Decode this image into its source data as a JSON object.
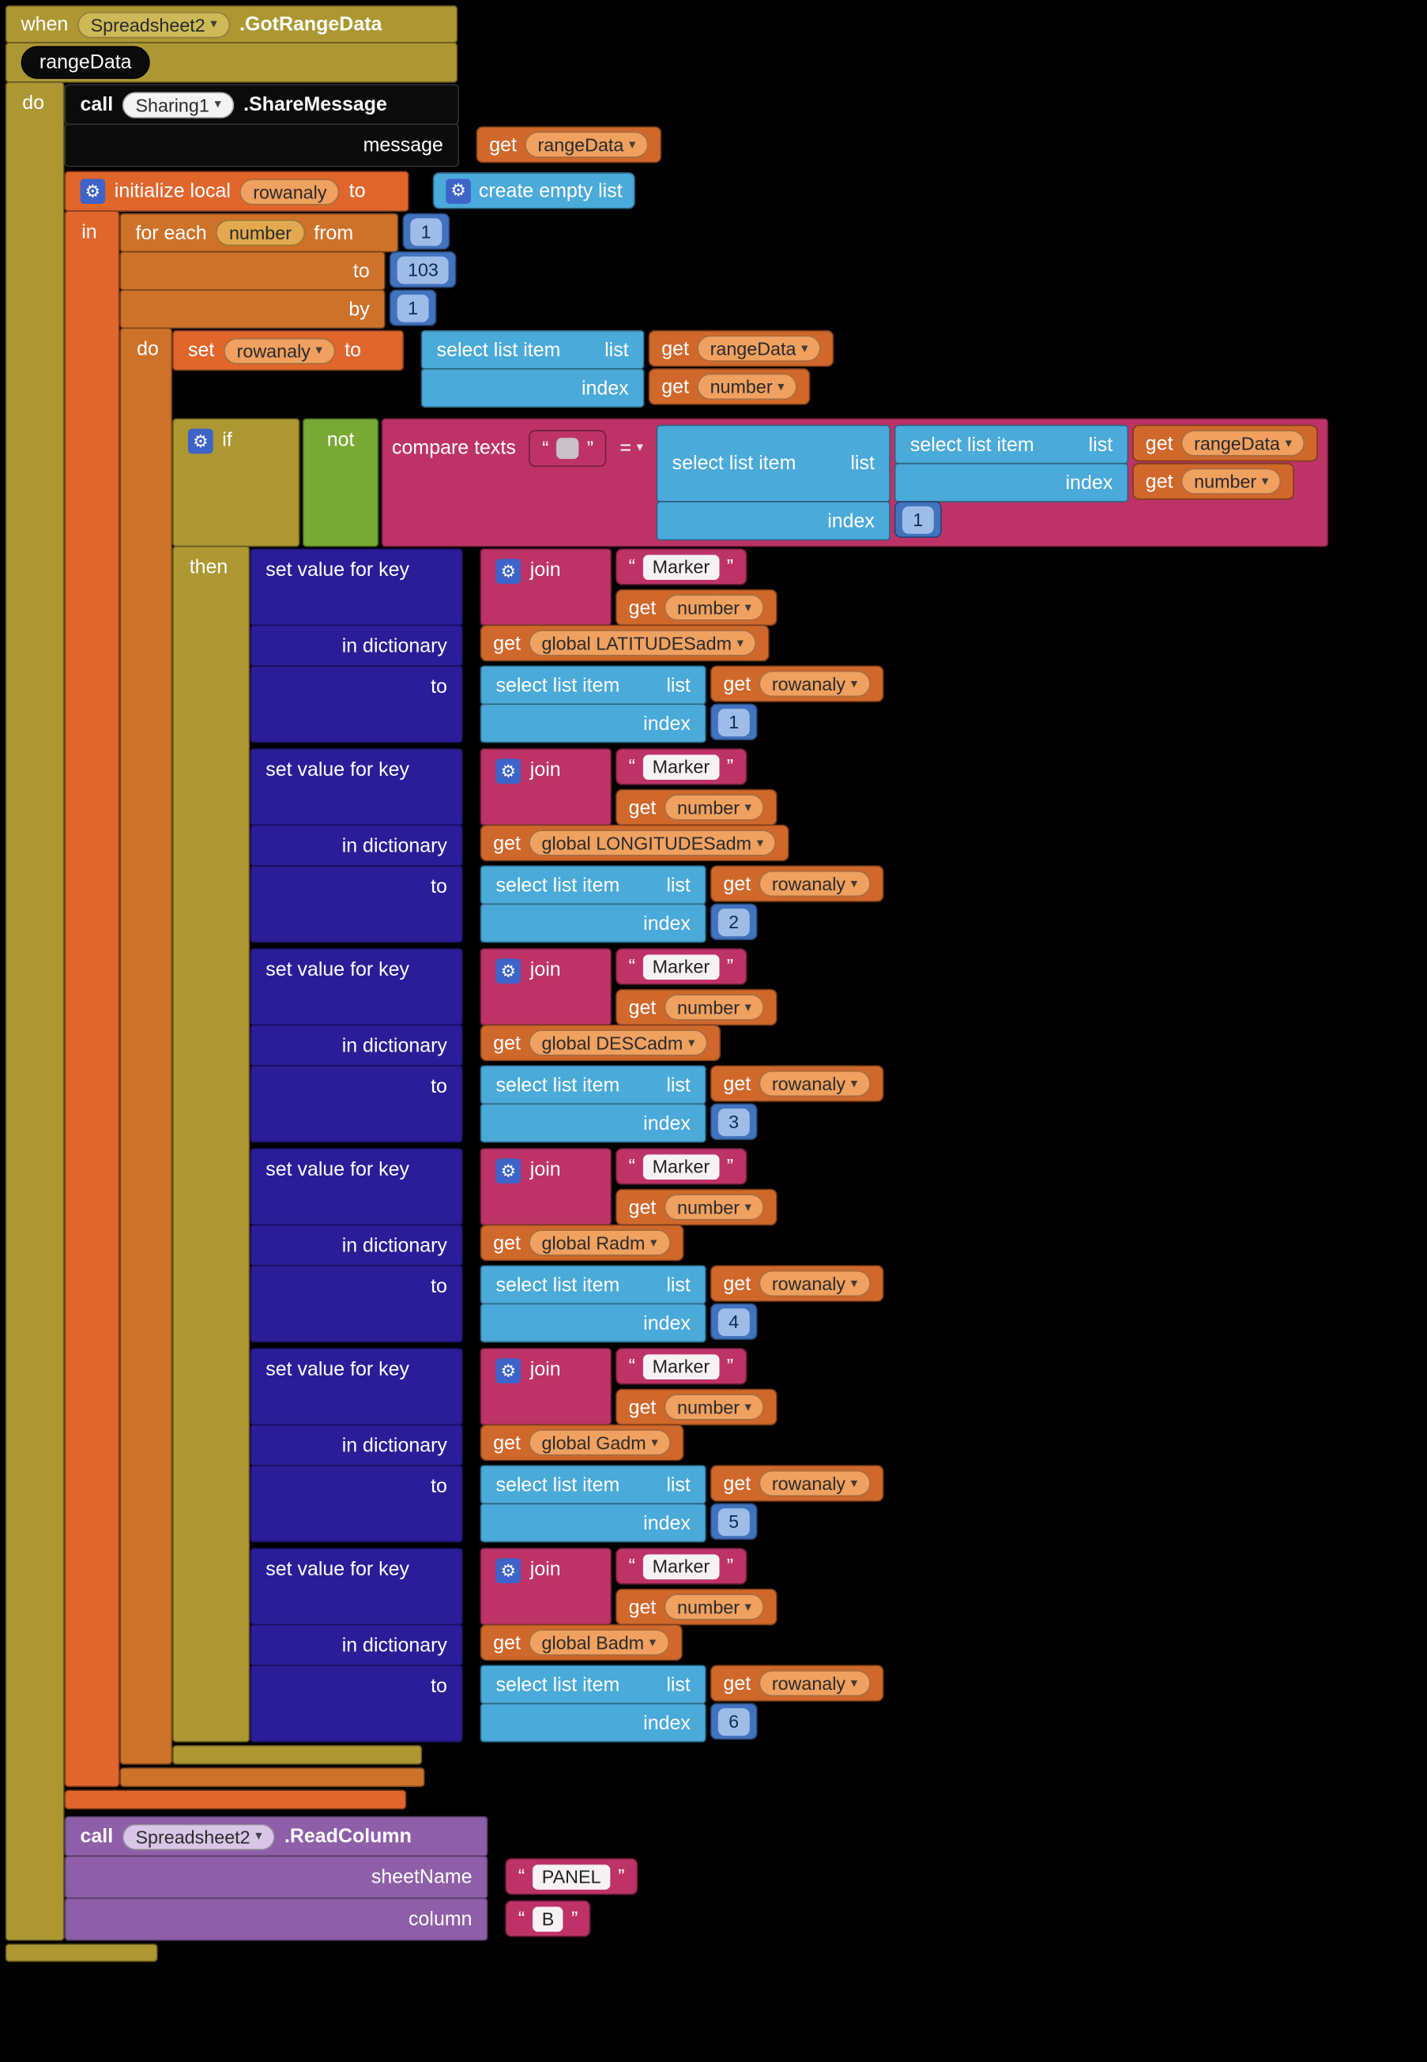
{
  "block_colors": {
    "event_gold": "#AC9733",
    "loop_orange": "#CE7229",
    "variables_orange": "#E0662C",
    "getter_orange": "#D0682B",
    "math_blue": "#4173BE",
    "lists_blue": "#4AAAD9",
    "logic_green": "#79A935",
    "text_crimson": "#BE3367",
    "dictionary_navy": "#2B1D98",
    "procedure_purple": "#8E5FA8",
    "call_black": "#0B0B0B",
    "workspace_background": "#000000"
  },
  "labels": {
    "when": "when",
    "do": "do",
    "in": "in",
    "then": "then",
    "call": "call",
    "get": "get",
    "set": "set",
    "to": "to",
    "from": "from",
    "by": "by",
    "if": "if",
    "not": "not",
    "message": "message",
    "initialize_local": "initialize local",
    "for_each": "for each",
    "compare_texts": "compare texts",
    "equals": "=",
    "create_empty_list": "create empty list",
    "select_list_item": "select list item",
    "list": "list",
    "index": "index",
    "set_value_for_key": "set value for key",
    "join": "join",
    "in_dictionary": "in dictionary",
    "sheet_name": "sheetName",
    "column": "column"
  },
  "when_block": {
    "component": "Spreadsheet2",
    "event": ".GotRangeData",
    "param": "rangeData"
  },
  "share_block": {
    "component": "Sharing1",
    "method": ".ShareMessage",
    "message_value": "rangeData"
  },
  "init_block": {
    "var_name": "rowanaly"
  },
  "for_block": {
    "var_name": "number",
    "from_value": "1",
    "to_value": "103",
    "by_value": "1"
  },
  "set_block": {
    "var_name": "rowanaly",
    "list_value": "rangeData",
    "index_value": "number"
  },
  "if_block": {
    "empty_text": "",
    "inner_list_value": "rangeData",
    "inner_index_value": "number",
    "outer_index_value": "1"
  },
  "dict_entries": [
    {
      "join_text": "Marker",
      "join_get": "number",
      "dict_name": "global LATITUDESadm",
      "list_get": "rowanaly",
      "index_value": "1"
    },
    {
      "join_text": "Marker",
      "join_get": "number",
      "dict_name": "global LONGITUDESadm",
      "list_get": "rowanaly",
      "index_value": "2"
    },
    {
      "join_text": "Marker",
      "join_get": "number",
      "dict_name": "global DESCadm",
      "list_get": "rowanaly",
      "index_value": "3"
    },
    {
      "join_text": "Marker",
      "join_get": "number",
      "dict_name": "global Radm",
      "list_get": "rowanaly",
      "index_value": "4"
    },
    {
      "join_text": "Marker",
      "join_get": "number",
      "dict_name": "global Gadm",
      "list_get": "rowanaly",
      "index_value": "5"
    },
    {
      "join_text": "Marker",
      "join_get": "number",
      "dict_name": "global Badm",
      "list_get": "rowanaly",
      "index_value": "6"
    }
  ],
  "read_block": {
    "component": "Spreadsheet2",
    "method": ".ReadColumn",
    "sheet_value": "PANEL",
    "column_value": "B"
  }
}
